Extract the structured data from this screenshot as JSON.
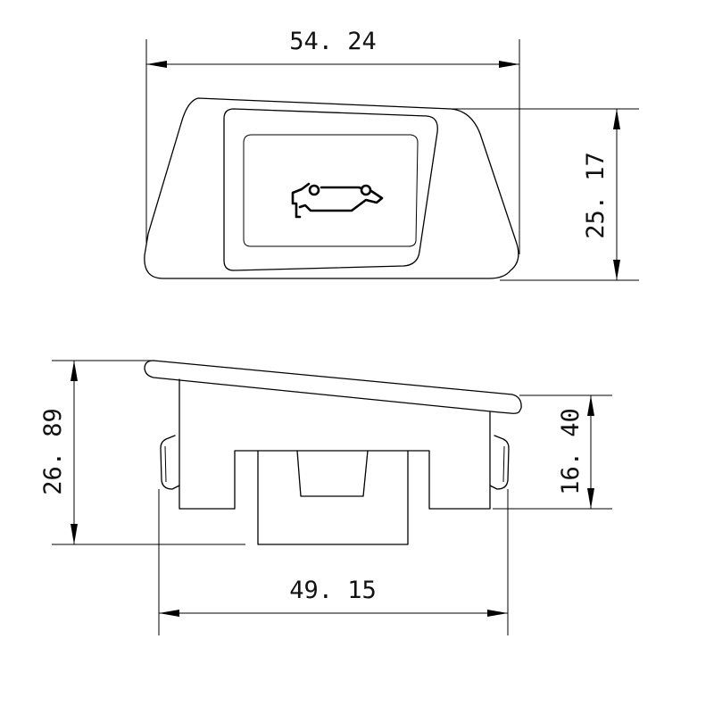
{
  "top_view": {
    "width_dimension": "54. 24",
    "height_dimension": "25. 17",
    "icon": "hood-open-car-icon"
  },
  "side_view": {
    "overall_height_dimension": "26. 89",
    "body_height_dimension": "16. 40",
    "base_width_dimension": "49. 15"
  }
}
